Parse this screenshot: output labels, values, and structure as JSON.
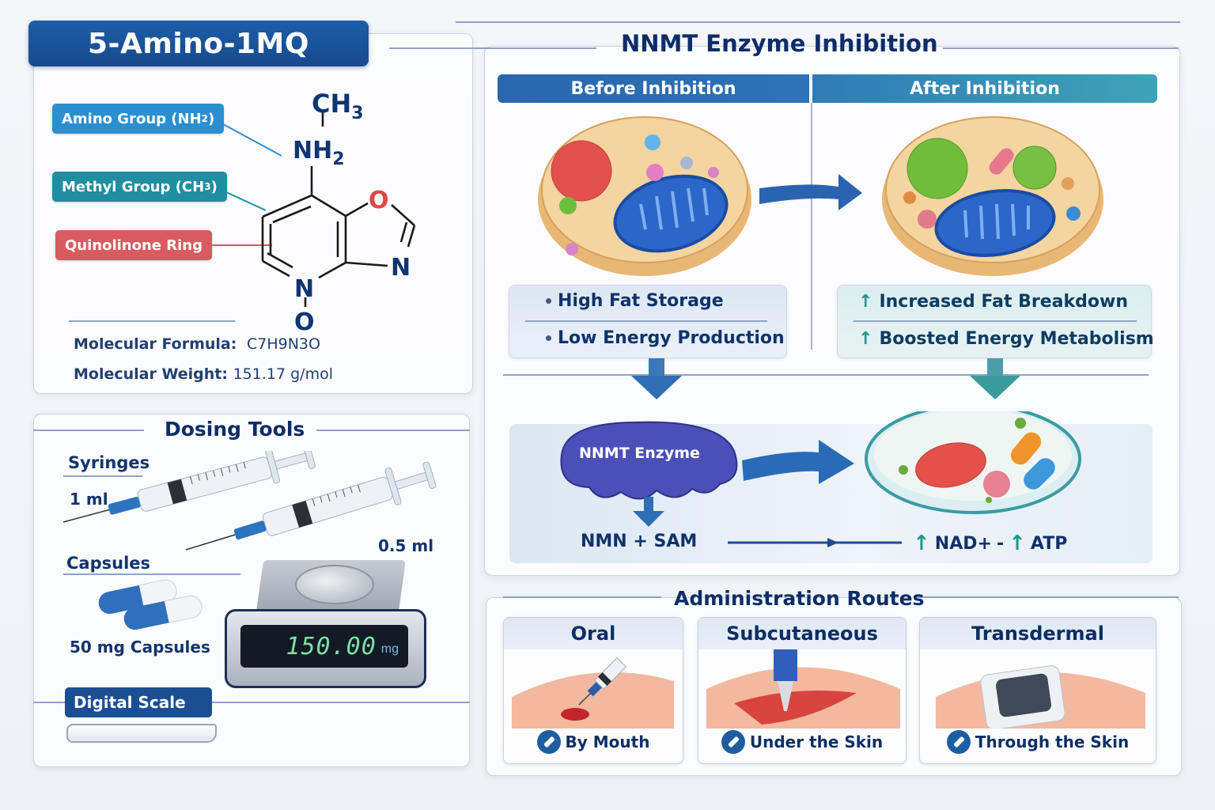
{
  "title": "5-Amino-1MQ",
  "structure": {
    "labels": {
      "amino": "Amino Group (NH",
      "amino_sub": "2",
      "methyl": "Methyl Group (CH",
      "methyl_sub": "3",
      "ring": "Quinolinone Ring",
      "close": ")"
    },
    "atoms": {
      "ch3": "CH",
      "ch3_sub": "3",
      "nh2": "NH",
      "nh2_sub": "2",
      "o_ring": "O",
      "n_ring": "N",
      "n_oxide": "N",
      "o_oxide": "O"
    },
    "formula_label": "Molecular Formula:",
    "formula_value": "C7H9N3O",
    "weight_label": "Molecular Weight:",
    "weight_value": "151.17 g/mol"
  },
  "dosing": {
    "title": "Dosing Tools",
    "syringes_label": "Syringes",
    "syringe_1": "1 ml",
    "syringe_2": "0.5 ml",
    "capsules_label": "Capsules",
    "capsule_desc": "50 mg Capsules",
    "scale_reading": "150.00",
    "scale_unit": "mg",
    "scale_tag": "Digital Scale"
  },
  "nnmt": {
    "title": "NNMT Enzyme Inhibition",
    "before_label": "Before Inhibition",
    "after_label": "After Inhibition",
    "before_effects": [
      "High Fat Storage",
      "Low Energy Production"
    ],
    "after_effects": [
      "Increased Fat Breakdown",
      "Boosted Energy Metabolism"
    ],
    "enzyme_label": "NNMT Enzyme",
    "substrates": "NMN + SAM",
    "products": [
      "NAD+",
      "ATP"
    ],
    "products_sep": "-"
  },
  "routes": {
    "title": "Administration Routes",
    "items": [
      {
        "name": "Oral",
        "desc": "By Mouth"
      },
      {
        "name": "Subcutaneous",
        "desc": "Under the Skin"
      },
      {
        "name": "Transdermal",
        "desc": "Through the Skin"
      }
    ]
  },
  "colors": {
    "primary_blue": "#1b4f93",
    "teal": "#1f8ea0",
    "amino_tag": "#2b8fcf",
    "ring_tag": "#d95b5f",
    "up_arrow": "#1a9a8e",
    "scale_display": "#7fe0a6"
  }
}
